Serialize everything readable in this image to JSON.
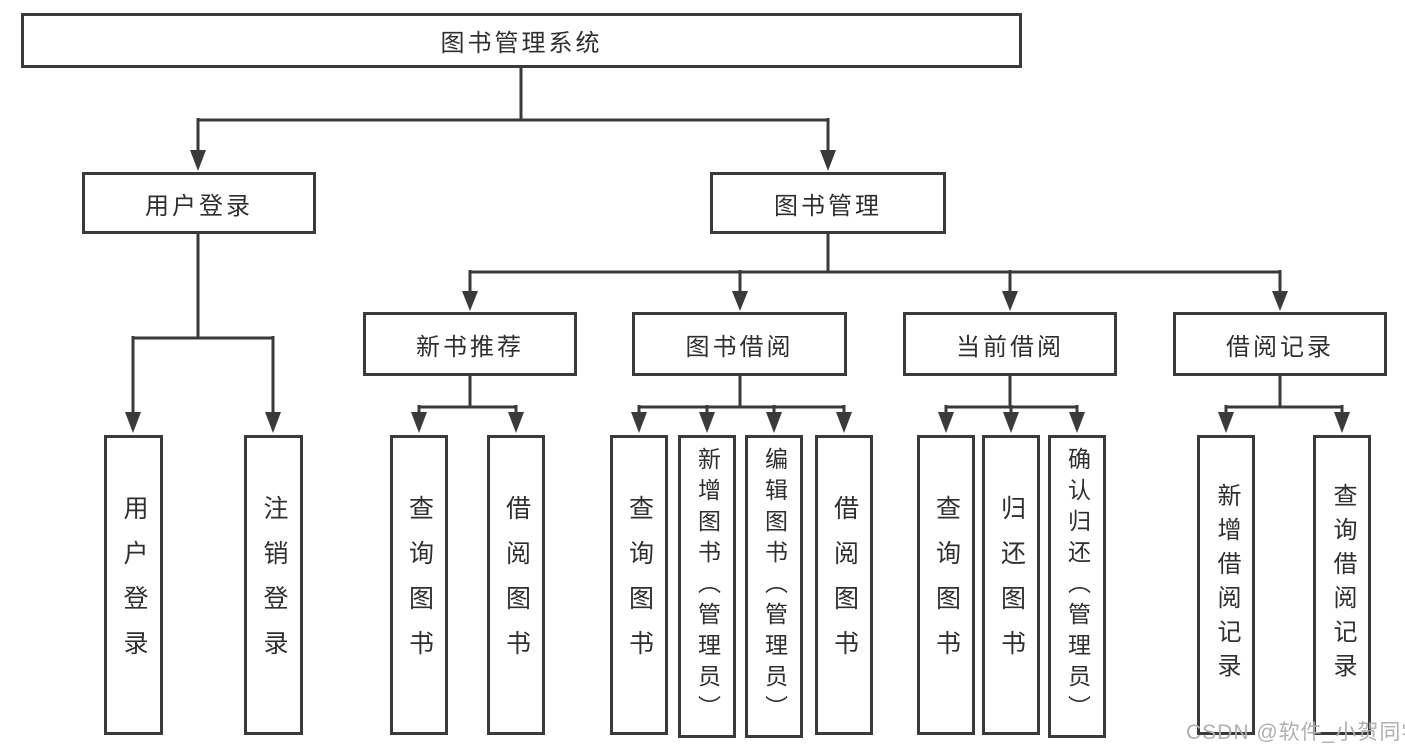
{
  "diagram": {
    "type": "tree",
    "root": {
      "label": "图书管理系统",
      "children": [
        {
          "label": "用户登录",
          "children": [
            {
              "label": "用户登录"
            },
            {
              "label": "注销登录"
            }
          ]
        },
        {
          "label": "图书管理",
          "children": [
            {
              "label": "新书推荐",
              "children": [
                {
                  "label": "查询图书"
                },
                {
                  "label": "借阅图书"
                }
              ]
            },
            {
              "label": "图书借阅",
              "children": [
                {
                  "label": "查询图书"
                },
                {
                  "label": "新增图书（管理员）"
                },
                {
                  "label": "编辑图书（管理员）"
                },
                {
                  "label": "借阅图书"
                }
              ]
            },
            {
              "label": "当前借阅",
              "children": [
                {
                  "label": "查询图书"
                },
                {
                  "label": "归还图书"
                },
                {
                  "label": "确认归还（管理员）"
                }
              ]
            },
            {
              "label": "借阅记录",
              "children": [
                {
                  "label": "新增借阅记录"
                },
                {
                  "label": "查询借阅记录"
                }
              ]
            }
          ]
        }
      ]
    },
    "colors": {
      "line": "#3a3a3a",
      "text": "#2f2f2f",
      "box_background": "#ffffff",
      "watermark": "#b0b0b0"
    }
  },
  "watermark": "CSDN @软件_小贺同学"
}
